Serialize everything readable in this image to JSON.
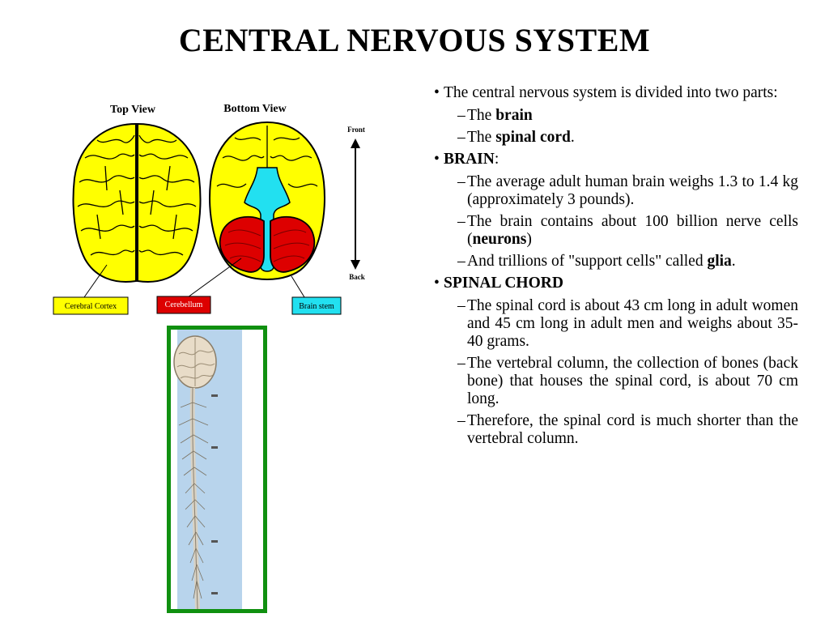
{
  "slide": {
    "title": "CENTRAL NERVOUS SYSTEM"
  },
  "diagram": {
    "top_view_label": "Top View",
    "bottom_view_label": "Bottom View",
    "front_label": "Front",
    "back_label": "Back",
    "labels": {
      "cerebral_cortex": "Cerebral Cortex",
      "cerebellum": "Cerebellum",
      "brain_stem": "Brain stem"
    },
    "colors": {
      "cortex": "#ffff00",
      "cerebellum": "#dd0000",
      "brain_stem": "#22e0f0",
      "frame": "#109010",
      "photo_bg": "#b8d4ec"
    }
  },
  "text": {
    "intro": {
      "text": "The central nervous system is divided into two parts:"
    },
    "intro_items": [
      {
        "pre": "The ",
        "bold": "brain",
        "post": ""
      },
      {
        "pre": "The ",
        "bold": "spinal cord",
        "post": "."
      }
    ],
    "brain": {
      "heading": "BRAIN",
      "suffix": ":"
    },
    "brain_items": [
      {
        "pre": "The average adult human brain weighs 1.3 to 1.4 kg (approximately 3 pounds).",
        "bold": "",
        "post": ""
      },
      {
        "pre": "The brain contains about 100 billion nerve cells (",
        "bold": "neurons",
        "post": ")"
      },
      {
        "pre": "And trillions of \"support cells\" called ",
        "bold": "glia",
        "post": "."
      }
    ],
    "spinal": {
      "heading": "SPINAL CHORD"
    },
    "spinal_items": [
      {
        "text": "The spinal cord is about 43 cm long in adult women and 45 cm long in adult men and weighs about 35-40 grams."
      },
      {
        "text": "The vertebral column, the collection of bones (back bone) that houses the spinal cord, is about 70 cm long."
      },
      {
        "text": "Therefore, the spinal cord is much shorter than the vertebral column."
      }
    ]
  }
}
